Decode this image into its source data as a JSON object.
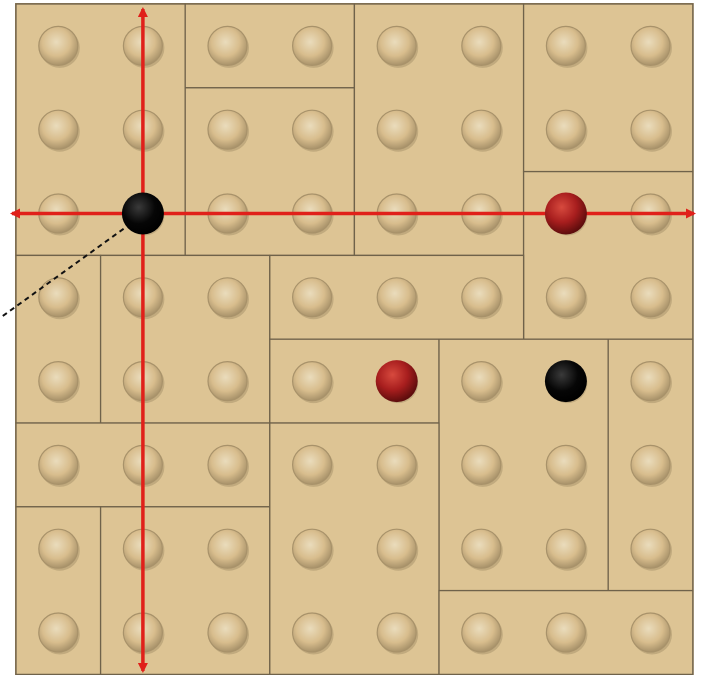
{
  "board": {
    "rows": 8,
    "cols": 8,
    "colors": {
      "board": "#ddc494",
      "board_edge": "#9b8663",
      "tile_edge": "#6f624a",
      "stud_fill": "#d9bf90",
      "stud_rim": "#a8926a",
      "stud_shadow": "#8d7a57",
      "stud_highlight": "#eadcbc"
    },
    "tiles": [
      {
        "c": 0,
        "r": 0,
        "w": 2,
        "h": 3
      },
      {
        "c": 2,
        "r": 0,
        "w": 2,
        "h": 1
      },
      {
        "c": 2,
        "r": 1,
        "w": 2,
        "h": 2
      },
      {
        "c": 4,
        "r": 0,
        "w": 2,
        "h": 3
      },
      {
        "c": 6,
        "r": 0,
        "w": 2,
        "h": 2
      },
      {
        "c": 6,
        "r": 2,
        "w": 2,
        "h": 2
      },
      {
        "c": 0,
        "r": 3,
        "w": 1,
        "h": 2
      },
      {
        "c": 1,
        "r": 3,
        "w": 2,
        "h": 2
      },
      {
        "c": 3,
        "r": 3,
        "w": 3,
        "h": 1
      },
      {
        "c": 3,
        "r": 4,
        "w": 2,
        "h": 1
      },
      {
        "c": 5,
        "r": 4,
        "w": 2,
        "h": 3
      },
      {
        "c": 7,
        "r": 4,
        "w": 1,
        "h": 3
      },
      {
        "c": 0,
        "r": 5,
        "w": 3,
        "h": 1
      },
      {
        "c": 0,
        "r": 6,
        "w": 1,
        "h": 2
      },
      {
        "c": 1,
        "r": 6,
        "w": 2,
        "h": 2
      },
      {
        "c": 3,
        "r": 5,
        "w": 2,
        "h": 3
      },
      {
        "c": 5,
        "r": 7,
        "w": 3,
        "h": 1
      }
    ]
  },
  "markers": [
    {
      "name": "origin-black-marker",
      "c": 1,
      "r": 2,
      "color": "#000000"
    },
    {
      "name": "red-marker-row",
      "c": 6,
      "r": 2,
      "color": "#a81e1e"
    },
    {
      "name": "red-marker-inner",
      "c": 4,
      "r": 4,
      "color": "#a81e1e"
    },
    {
      "name": "black-marker-inner",
      "c": 6,
      "r": 4,
      "color": "#000000"
    }
  ],
  "axes": {
    "color": "#e0201a",
    "vertical_col": 1,
    "horizontal_row": 2
  },
  "pointer": {
    "color": "#111111",
    "style": "dashed"
  }
}
